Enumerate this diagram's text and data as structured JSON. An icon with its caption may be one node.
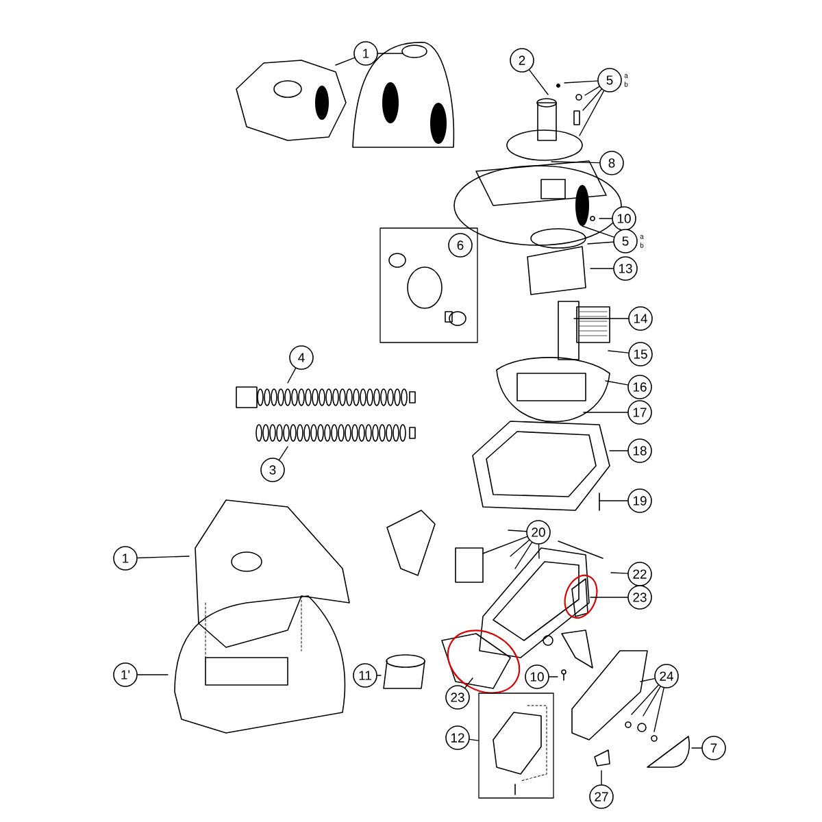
{
  "diagram": {
    "nodes": [
      {
        "text": [
          "1"
        ]
      },
      {
        "text": [
          "2"
        ]
      },
      {
        "text": [
          "5"
        ],
        "beside": [
          "a",
          "b"
        ]
      },
      {
        "text": [
          "8"
        ]
      },
      {
        "text": [
          "10"
        ]
      },
      {
        "text": [
          "5"
        ],
        "beside": [
          "a",
          "b"
        ]
      },
      {
        "text": [],
        "shape": "box"
      },
      {
        "text": [
          "6"
        ],
        "in": 6
      },
      {
        "text": [
          "13"
        ]
      },
      {
        "text": [
          "14"
        ]
      },
      {
        "text": [
          "15"
        ]
      },
      {
        "text": [
          "4"
        ]
      },
      {
        "text": [
          "16"
        ]
      },
      {
        "text": [
          "17"
        ]
      },
      {
        "text": [
          "3"
        ]
      },
      {
        "text": [
          "18"
        ]
      },
      {
        "text": [
          "19"
        ]
      },
      {
        "text": [
          "1"
        ]
      },
      {
        "text": [
          "20"
        ]
      },
      {
        "text": [
          "22"
        ]
      },
      {
        "text": [
          "23"
        ]
      },
      {
        "text": [
          "1'"
        ]
      },
      {
        "text": [
          "11"
        ]
      },
      {
        "text": [
          "10"
        ]
      },
      {
        "text": [
          "24"
        ]
      },
      {
        "text": [
          "23"
        ]
      },
      {
        "text": [
          "12"
        ]
      },
      {
        "text": [],
        "shape": "box"
      },
      {
        "text": [
          "7"
        ]
      },
      {
        "text": [
          "27"
        ]
      }
    ],
    "edges": [
      {
        "from": 0,
        "to": null,
        "arrow": "none"
      },
      {
        "from": 0,
        "to": null,
        "arrow": "none"
      },
      {
        "from": 1,
        "to": null,
        "arrow": "none"
      },
      {
        "from": 2,
        "to": null,
        "arrow": "none"
      },
      {
        "from": 2,
        "to": null,
        "arrow": "none"
      },
      {
        "from": 2,
        "to": null,
        "arrow": "none"
      },
      {
        "from": 2,
        "to": null,
        "arrow": "none"
      },
      {
        "from": 3,
        "to": null,
        "arrow": "none"
      },
      {
        "from": 4,
        "to": null,
        "arrow": "none"
      },
      {
        "from": 5,
        "to": null,
        "arrow": "none"
      },
      {
        "from": 5,
        "to": null,
        "arrow": "none"
      },
      {
        "from": 8,
        "to": null,
        "arrow": "none"
      },
      {
        "from": 9,
        "to": null,
        "arrow": "none"
      },
      {
        "from": 10,
        "to": null,
        "arrow": "none"
      },
      {
        "from": 11,
        "to": null,
        "arrow": "none"
      },
      {
        "from": 12,
        "to": null,
        "arrow": "none"
      },
      {
        "from": 13,
        "to": null,
        "arrow": "none"
      },
      {
        "from": 14,
        "to": null,
        "arrow": "none"
      },
      {
        "from": 15,
        "to": null,
        "arrow": "none"
      },
      {
        "from": 16,
        "to": null,
        "arrow": "none"
      },
      {
        "from": 17,
        "to": null,
        "arrow": "none"
      },
      {
        "from": 18,
        "to": null,
        "arrow": "none"
      },
      {
        "from": 18,
        "to": null,
        "arrow": "none"
      },
      {
        "from": 18,
        "to": null,
        "arrow": "none"
      },
      {
        "from": 18,
        "to": null,
        "arrow": "none"
      },
      {
        "from": 18,
        "to": null,
        "arrow": "none"
      },
      {
        "from": 19,
        "to": null,
        "arrow": "none"
      },
      {
        "from": 20,
        "to": null,
        "arrow": "none"
      },
      {
        "from": 21,
        "to": null,
        "arrow": "none"
      },
      {
        "from": 22,
        "to": null,
        "arrow": "none"
      },
      {
        "from": 23,
        "to": null,
        "arrow": "none"
      },
      {
        "from": 24,
        "to": null,
        "arrow": "none"
      },
      {
        "from": 24,
        "to": null,
        "arrow": "none"
      },
      {
        "from": 24,
        "to": null,
        "arrow": "none"
      },
      {
        "from": 24,
        "to": null,
        "arrow": "none"
      },
      {
        "from": 25,
        "to": null,
        "arrow": "none"
      },
      {
        "from": 26,
        "to": 27,
        "arrow": "none"
      },
      {
        "from": 28,
        "to": null,
        "arrow": "none"
      },
      {
        "from": 29,
        "to": null,
        "arrow": "none"
      }
    ]
  }
}
